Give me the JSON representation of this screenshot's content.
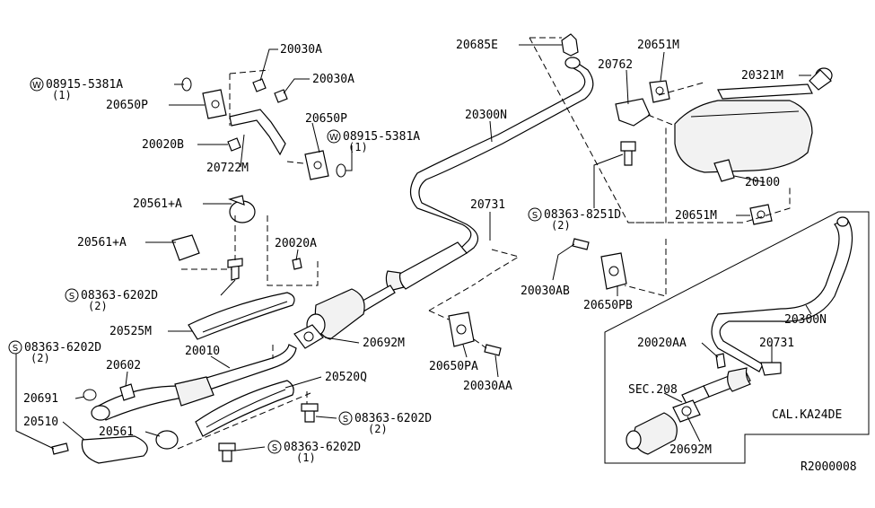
{
  "diagram": {
    "reference_code": "R2000008",
    "variant_box_label": "CAL.KA24DE",
    "section_ref": "SEC.208",
    "labels": {
      "p20030A_1": "20030A",
      "p20030A_2": "20030A",
      "w08915_1": "08915-5381A",
      "w08915_1_qty": "(1)",
      "p20650P_1": "20650P",
      "p20650P_2": "20650P",
      "w08915_2": "08915-5381A",
      "w08915_2_qty": "(1)",
      "p20020B": "20020B",
      "p20722M": "20722M",
      "p20561A_1": "20561+A",
      "p20561A_2": "20561+A",
      "p20020A": "20020A",
      "s08363_6202D_1": "08363-6202D",
      "s08363_6202D_1_qty": "(2)",
      "p20525M": "20525M",
      "s08363_6202D_2": "08363-6202D",
      "s08363_6202D_2_qty": "(2)",
      "p20010": "20010",
      "p20602": "20602",
      "p20691": "20691",
      "p20510": "20510",
      "p20561": "20561",
      "p20692M_1": "20692M",
      "p20520Q": "20520Q",
      "s08363_6202D_3": "08363-6202D",
      "s08363_6202D_3_qty": "(2)",
      "s08363_6202D_4": "08363-6202D",
      "s08363_6202D_4_qty": "(1)",
      "p20685E": "20685E",
      "p20300N_1": "20300N",
      "p20731_1": "20731",
      "p20762": "20762",
      "p20651M_1": "20651M",
      "p20321M": "20321M",
      "p20100": "20100",
      "s08363_8251D": "08363-8251D",
      "s08363_8251D_qty": "(2)",
      "p20651M_2": "20651M",
      "p20030AB": "20030AB",
      "p20650PB": "20650PB",
      "p20650PA": "20650PA",
      "p20030AA_1": "20030AA",
      "p20300N_2": "20300N",
      "p20020AA": "20020AA",
      "p20731_2": "20731",
      "p20692M_2": "20692M"
    },
    "symbols": {
      "washer": "W",
      "screw": "S"
    }
  }
}
